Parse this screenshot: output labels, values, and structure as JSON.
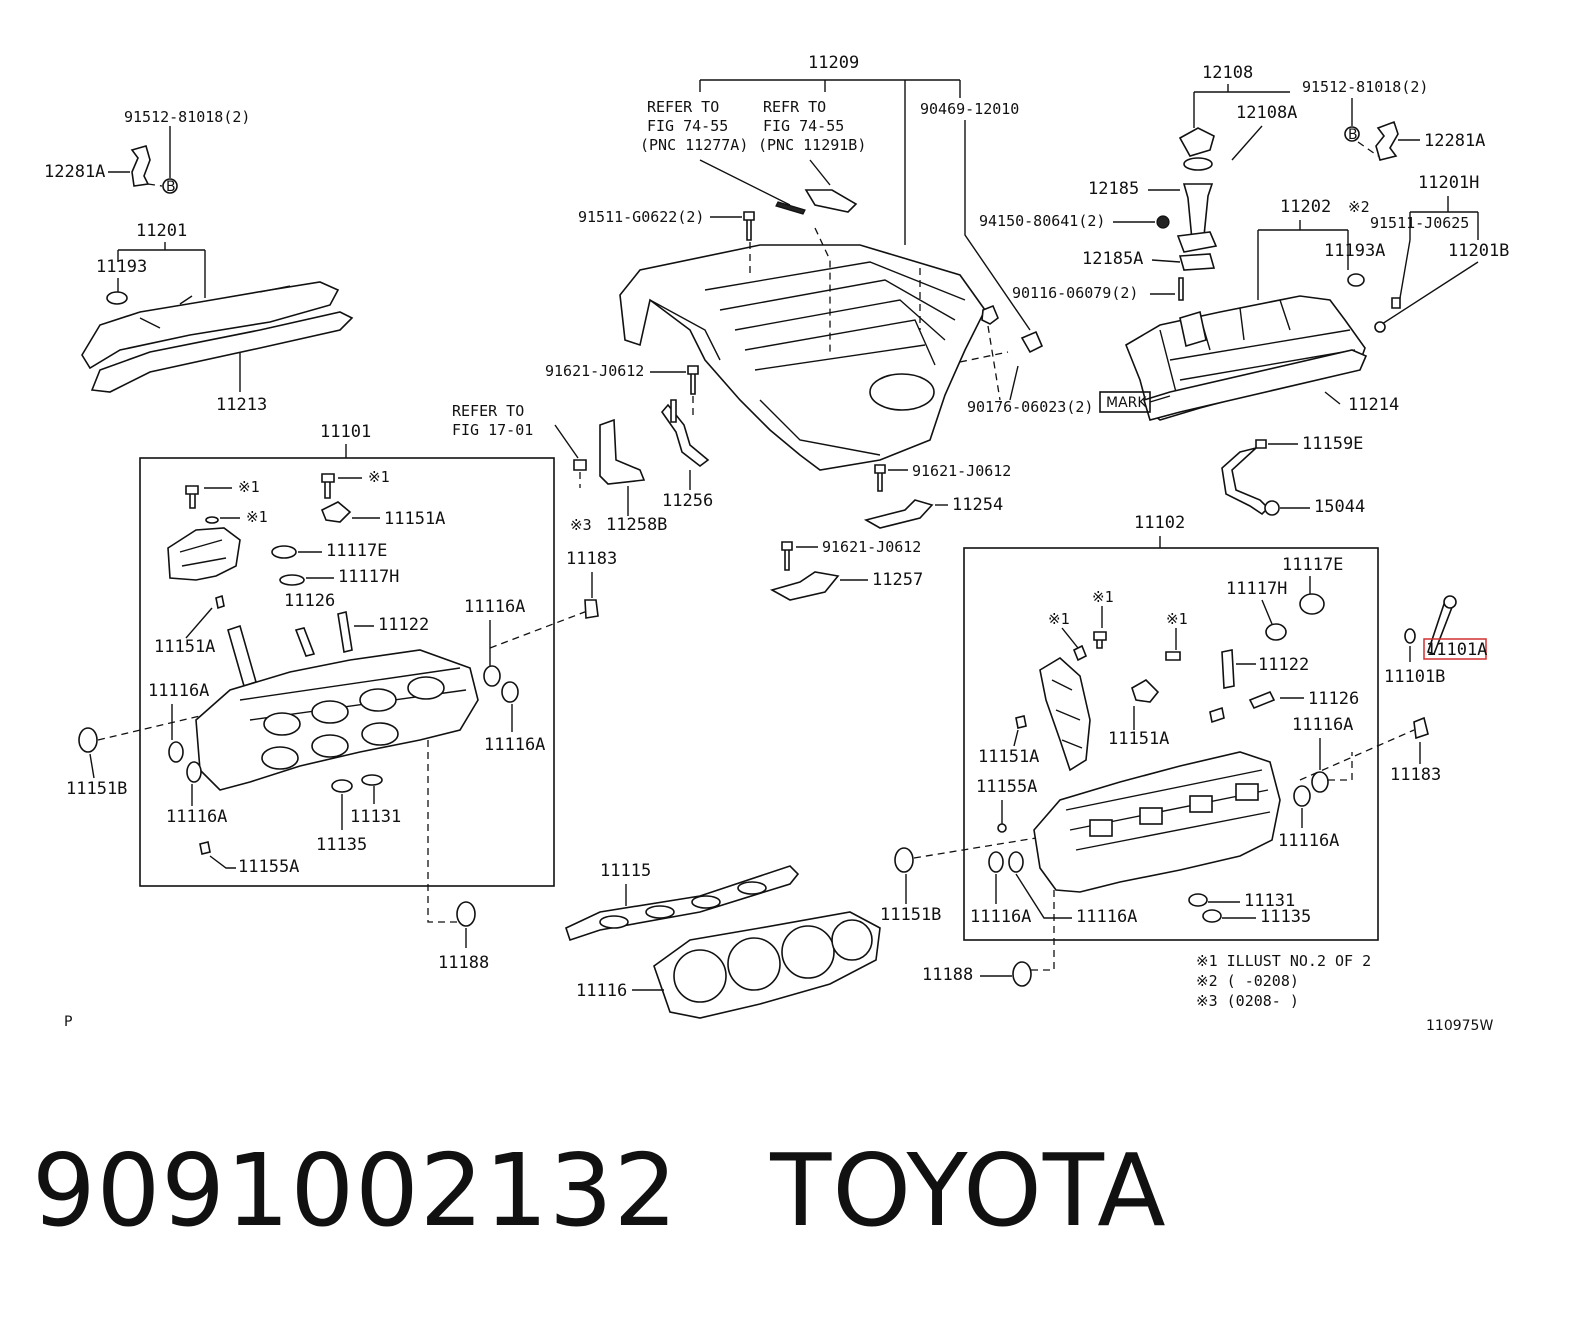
{
  "diagram": {
    "labels": {
      "l11209": "11209",
      "refer1a": "REFER TO",
      "refer1b": "FIG 74-55",
      "refer1c": "(PNC 11277A)",
      "refer2a": "REFR TO",
      "refer2b": "FIG 74-55",
      "refer2c": "(PNC 11291B)",
      "l90469": "90469-12010",
      "l91511g": "91511-G0622(2)",
      "l91621a": "91621-J0612",
      "l94150": "94150-80641(2)",
      "l90116": "90116-06079(2)",
      "l90176": "90176-06023(2)",
      "mark": "MARK",
      "l12108": "12108",
      "l12108a": "12108A",
      "l12185": "12185",
      "l12185a": "12185A",
      "l91512r": "91512-81018(2)",
      "l12281ar": "12281A",
      "l11201h": "11201H",
      "l11202": "11202",
      "mark2": "※2",
      "l91511j": "91511-J0625",
      "l11193a": "11193A",
      "l11201b": "11201B",
      "l11214": "11214",
      "l11159e": "11159E",
      "l15044": "15044",
      "l91512l": "91512-81018(2)",
      "l12281al": "12281A",
      "l11201": "11201",
      "l11193": "11193",
      "l11213": "11213",
      "l11101": "11101",
      "refer3a": "REFER TO",
      "refer3b": "FIG 17-01",
      "l11256": "11256",
      "l11258b": "11258B",
      "mark3": "※3",
      "l91621b": "91621-J0612",
      "l11254": "11254",
      "l91621c": "91621-J0612",
      "l11257": "11257",
      "l11183l": "11183",
      "l11102": "11102",
      "star1": "※1",
      "l11151a_l1": "11151A",
      "l11117e_l": "11117E",
      "l11117h_l": "11117H",
      "l11126_l": "11126",
      "l11122_l": "11122",
      "l11151a_l2": "11151A",
      "l11116a_l1": "11116A",
      "l11116a_l2": "11116A",
      "l11116a_l3": "11116A",
      "l11116a_l4": "11116A",
      "l11151b_l": "11151B",
      "l11131_l": "11131",
      "l11135_l": "11135",
      "l11155a_l": "11155A",
      "l11188_l": "11188",
      "l11115": "11115",
      "l11116": "11116",
      "l11117e_r": "11117E",
      "l11117h_r": "11117H",
      "l11122_r": "11122",
      "l11126_r": "11126",
      "l11151a_r1": "11151A",
      "l11151a_r2": "11151A",
      "l11155a_r": "11155A",
      "l11116a_r1": "11116A",
      "l11116a_r2": "11116A",
      "l11116a_r3": "11116A",
      "l11116a_r4": "11116A",
      "l11151b_r": "11151B",
      "l11131_r": "11131",
      "l11135_r": "11135",
      "l11188_r": "11188",
      "l11101a": "11101A",
      "l11101b": "11101B",
      "l11183r": "11183",
      "note1": "※1 ILLUST NO.2 OF 2",
      "note2": "※2 (     -0208)",
      "note3": "※3 (0208-     )",
      "corner_p": "P",
      "ref_code": "110975W"
    }
  },
  "footer": {
    "part_number": "9091002132",
    "brand": "TOYOTA"
  }
}
